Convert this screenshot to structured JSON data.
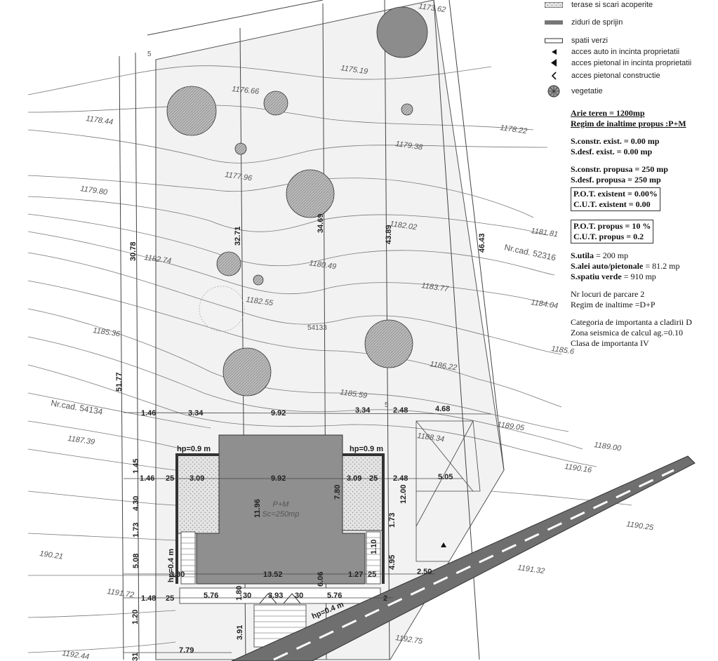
{
  "legend": [
    {
      "icon": "hatched-bar-icon",
      "label": "terase si scari acoperite"
    },
    {
      "icon": "solid-bar-icon",
      "label": "ziduri de sprijin"
    },
    {
      "icon": "outline-bar-icon",
      "label": "spatii verzi"
    },
    {
      "icon": "triangle-left-icon",
      "label": "acces auto in incinta proprietatii"
    },
    {
      "icon": "triangle-left-icon",
      "label": "acces pietonal in incinta proprietatii"
    },
    {
      "icon": "chevron-left-icon",
      "label": "acces pietonal constructie"
    },
    {
      "icon": "tree-icon",
      "label": "vegetatie"
    }
  ],
  "stats": {
    "area": "Arie teren = 1200mp",
    "regime": "Regim de inaltime propus :P+M",
    "sc_exist": "S.constr. exist. = 0.00 mp",
    "sd_exist": "S.desf. exist. = 0.00 mp",
    "sc_prop": "S.constr. propusa = 250 mp",
    "sd_prop": "S.desf. propusa = 250 mp",
    "pot_exist": "P.O.T. existent = 0.00%",
    "cut_exist": "C.U.T. existent =  0.00",
    "pot_prop": "P.O.T. propus = 10 %",
    "cut_prop": "C.U.T. propus = 0.2",
    "s_util_label": "S.utila",
    "s_util_val": " = 200 mp",
    "s_alei_label": "S.alei auto/pietonale",
    "s_alei_val": " = 81.2 mp",
    "s_verde_label": "S.spatiu verde",
    "s_verde_val": " = 910 mp",
    "parking": "Nr locuri de parcare 2",
    "regime2": "Regim de inaltime =D+P",
    "category": "Categoria de importanta a cladirii D",
    "seismic": "Zona seismica de calcul ag.=0.10",
    "class": "Clasa de importanta IV"
  },
  "plan": {
    "elevations": [
      "1178.44",
      "1176.66",
      "1175.19",
      "1173.62",
      "1178.22",
      "1179.38",
      "1177.96",
      "1179.80",
      "1181.81",
      "1182.02",
      "1180.49",
      "1182.74",
      "1183.77",
      "1184.04",
      "1182.55",
      "1185.36",
      "1186.22",
      "1185.59",
      "1185.6",
      "1187.39",
      "1188.34",
      "1189.05",
      "1189.00",
      "1190.16",
      "1190.25",
      "1191.32",
      "190.21",
      "1192.75",
      "1192.44",
      "1191.72"
    ],
    "cadastral_1": "Nr.cad. 52316",
    "cadastral_2": "Nr.cad. 54134",
    "cadastral_3": "54133",
    "dims_vertical": [
      "30.78",
      "32.71",
      "34.69",
      "43.89",
      "46.43",
      "51.77"
    ],
    "dims_top": [
      "1.46",
      "3.34",
      "9.92",
      "3.34",
      "2.48",
      "4.68"
    ],
    "dims_inner": [
      "1.46",
      "25",
      "3.09",
      "9.92",
      "3.09",
      "25",
      "2.48",
      "5.05"
    ],
    "dims_side": [
      "1.45",
      "4.30",
      "1.73",
      "5.08",
      "12.00",
      "1.73",
      "4.95",
      "7.80",
      "11.96",
      "1.10"
    ],
    "dims_bottom": [
      "3.30",
      "13.52",
      "1.27",
      "25",
      "2.50",
      "1.48",
      "25",
      "5.76",
      "1.80",
      "30",
      "3.93",
      "30",
      "5.76",
      "7.79",
      "1.20",
      "31",
      "3.91",
      "6.06",
      "2"
    ],
    "hp_labels": [
      "hp=0.9 m",
      "hp=0.9 m",
      "hp=0.4 m",
      "hp=0.4 m"
    ],
    "building_label": "P+M",
    "building_area": "Sc=250mp",
    "misc_labels": [
      "5",
      "5"
    ]
  }
}
